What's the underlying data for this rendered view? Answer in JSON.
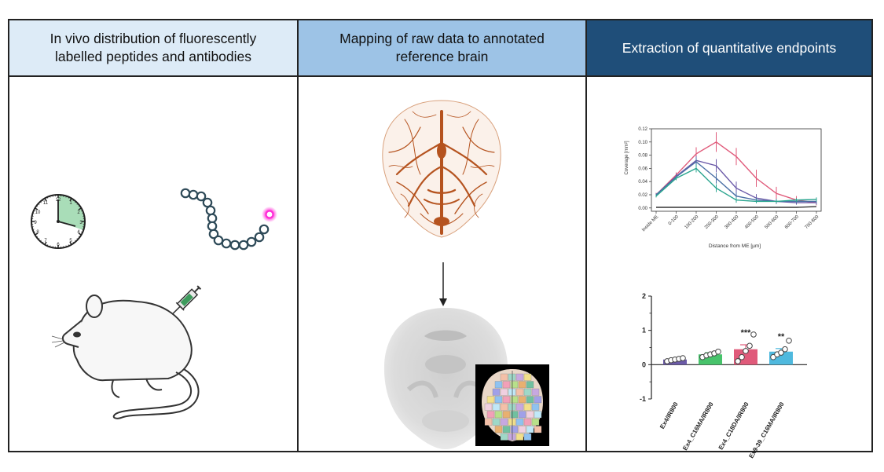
{
  "panels": {
    "distribution": {
      "title": "In vivo distribution of fluorescently\nlabelled peptides and antibodies"
    },
    "mapping": {
      "title": "Mapping of raw data to annotated\nreference brain"
    },
    "extraction": {
      "title": "Extraction of quantitative endpoints"
    }
  },
  "colors": {
    "header1": "#ddebf7",
    "header2": "#9dc3e6",
    "header3": "#1f4e79",
    "vessels": "#b5531f",
    "pink": "#e05a7a",
    "purple": "#6b5aa8",
    "teal": "#2aa58f",
    "green": "#47c36b",
    "black": "#333333",
    "cyan": "#4fb9de"
  },
  "icons": [
    "clock-icon",
    "peptide-chain-icon",
    "mouse-icon",
    "syringe-icon",
    "arrow-down-icon"
  ],
  "chart_data": [
    {
      "type": "line",
      "xlabel": "Distance from ME [µm]",
      "ylabel": "Coverage [mm²]",
      "categories": [
        "Inside ME",
        "0-100",
        "100-200",
        "200-300",
        "300-400",
        "400-500",
        "500-600",
        "600-700",
        "700-800"
      ],
      "ylim": [
        -0.005,
        0.12
      ],
      "yticks": [
        "0.00",
        "0.02",
        "0.04",
        "0.06",
        "0.08",
        "0.10",
        "0.12"
      ],
      "grid": false,
      "series": [
        {
          "color": "#e05a7a",
          "values": [
            0.02,
            0.05,
            0.082,
            0.1,
            0.078,
            0.045,
            0.022,
            0.012,
            0.008
          ],
          "errors": [
            0.003,
            0.004,
            0.01,
            0.015,
            0.013,
            0.013,
            0.01,
            0.006,
            0.004
          ]
        },
        {
          "color": "#6b5aa8",
          "values": [
            0.02,
            0.048,
            0.072,
            0.064,
            0.03,
            0.015,
            0.01,
            0.008,
            0.008
          ],
          "errors": [
            0.002,
            0.004,
            0.007,
            0.01,
            0.01,
            0.006,
            0.004,
            0.003,
            0.003
          ]
        },
        {
          "color": "#4a6fa5",
          "values": [
            0.02,
            0.047,
            0.07,
            0.045,
            0.018,
            0.012,
            0.01,
            0.01,
            0.01
          ],
          "errors": [
            0.002,
            0.003,
            0.006,
            0.008,
            0.006,
            0.004,
            0.003,
            0.003,
            0.003
          ]
        },
        {
          "color": "#2aa58f",
          "values": [
            0.018,
            0.045,
            0.06,
            0.03,
            0.012,
            0.01,
            0.01,
            0.012,
            0.013
          ],
          "errors": [
            0.002,
            0.003,
            0.006,
            0.006,
            0.004,
            0.003,
            0.003,
            0.003,
            0.003
          ]
        },
        {
          "color": "#333333",
          "values": [
            0.001,
            0.001,
            0.001,
            0.001,
            0.001,
            0.001,
            0.001,
            0.001,
            0.002
          ],
          "errors": [
            0,
            0,
            0,
            0,
            0,
            0,
            0,
            0,
            0
          ]
        }
      ]
    },
    {
      "type": "bar",
      "categories": [
        "Ex4/IR800",
        "Ex4_C16MA/IR800",
        "Ex4_C18DA/IR800",
        "Ex9-39_C16MA/IR800"
      ],
      "values": [
        0.15,
        0.3,
        0.45,
        0.38
      ],
      "errors": [
        0.03,
        0.05,
        0.13,
        0.09
      ],
      "colors": [
        "#6b5aa8",
        "#47c36b",
        "#e05a7a",
        "#4fb9de"
      ],
      "points": [
        [
          0.1,
          0.13,
          0.15,
          0.17,
          0.19
        ],
        [
          0.22,
          0.27,
          0.3,
          0.33,
          0.38
        ],
        [
          0.1,
          0.22,
          0.4,
          0.55,
          0.88
        ],
        [
          0.22,
          0.3,
          0.35,
          0.45,
          0.7
        ]
      ],
      "significance": [
        "",
        "",
        "***",
        "**"
      ],
      "ylim": [
        -1,
        2
      ],
      "yticks": [
        "-1",
        "0",
        "1",
        "2"
      ]
    }
  ]
}
